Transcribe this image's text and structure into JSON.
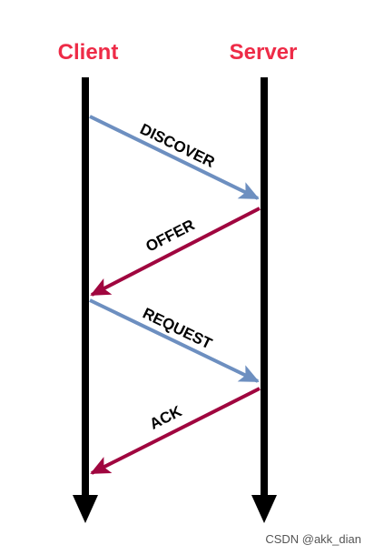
{
  "colors": {
    "actor_label": "#ee2b47",
    "lifeline": "#000000",
    "client_to_server": "#6d8fc0",
    "server_to_client": "#a0063f",
    "watermark": "#555555"
  },
  "actors": {
    "client": "Client",
    "server": "Server"
  },
  "messages": [
    {
      "label": "DISCOVER",
      "direction": "client-to-server"
    },
    {
      "label": "OFFER",
      "direction": "server-to-client"
    },
    {
      "label": "REQUEST",
      "direction": "client-to-server"
    },
    {
      "label": "ACK",
      "direction": "server-to-client"
    }
  ],
  "watermark": "CSDN @akk_dian"
}
